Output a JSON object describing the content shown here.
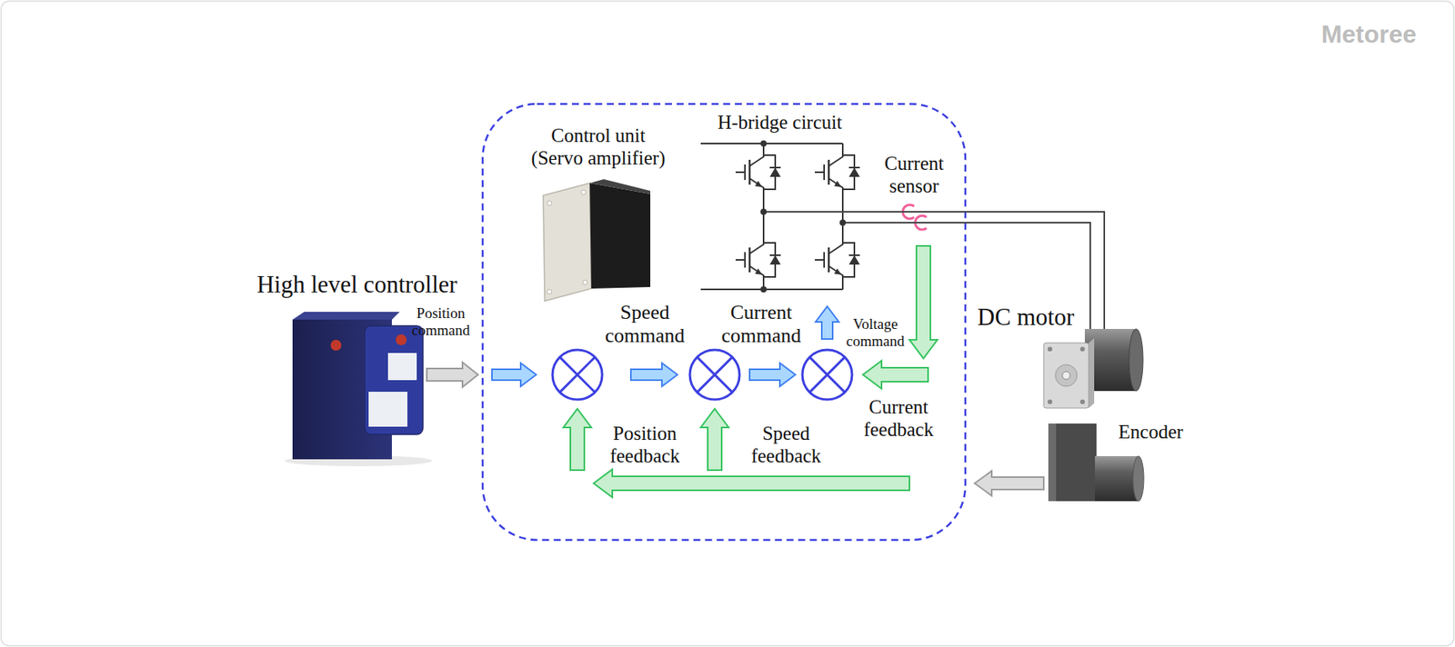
{
  "diagram": {
    "nodes": [
      {
        "text": [
          "High level controller"
        ]
      },
      {
        "text": [
          "Control unit (Servo amplifier)"
        ]
      },
      {
        "text": [
          "H-bridge circuit"
        ]
      },
      {
        "text": [
          "Current sensor"
        ]
      },
      {
        "text": [
          "DC motor"
        ]
      },
      {
        "text": [
          "Encoder"
        ]
      }
    ],
    "edges": [
      {
        "from": 2,
        "to": 4,
        "arrow": "none"
      },
      {
        "from": 2,
        "to": 4,
        "arrow": "none"
      }
    ],
    "labels": [
      "Position command",
      "Speed command",
      "Current command",
      "Voltage command",
      "Current feedback",
      "Position feedback",
      "Speed feedback",
      "Metoree"
    ]
  }
}
